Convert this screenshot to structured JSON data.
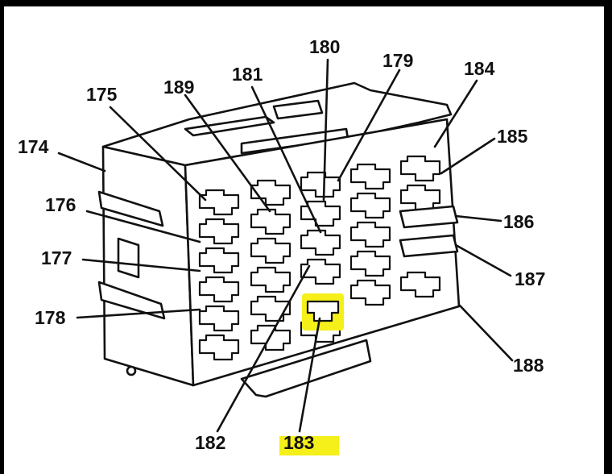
{
  "diagram": {
    "highlight_color": "#f5ef1a",
    "labels": {
      "l174": "174",
      "l175": "175",
      "l176": "176",
      "l177": "177",
      "l178": "178",
      "l179": "179",
      "l180": "180",
      "l181": "181",
      "l182": "182",
      "l183": "183",
      "l184": "184",
      "l185": "185",
      "l186": "186",
      "l187": "187",
      "l188": "188",
      "l189": "189"
    }
  }
}
